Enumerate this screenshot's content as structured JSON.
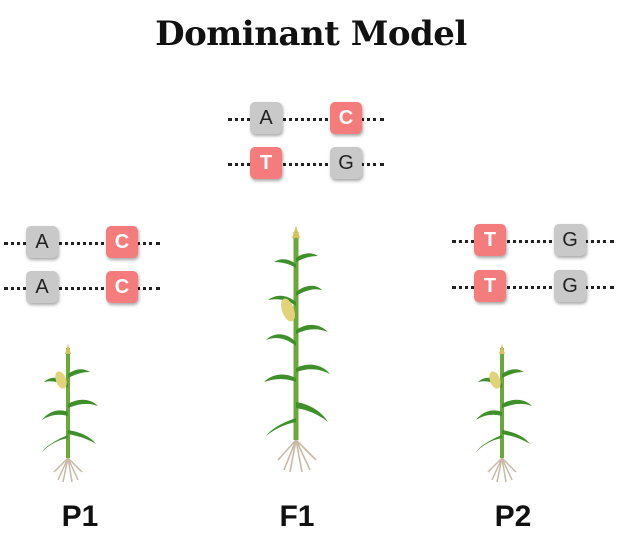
{
  "title": "Dominant Model",
  "f1": {
    "label": "F1",
    "chromosomes": [
      {
        "loci": [
          {
            "allele": "A",
            "style": "gray"
          },
          {
            "allele": "C",
            "style": "red"
          }
        ]
      },
      {
        "loci": [
          {
            "allele": "T",
            "style": "red"
          },
          {
            "allele": "G",
            "style": "gray"
          }
        ]
      }
    ]
  },
  "p1": {
    "label": "P1",
    "chromosomes": [
      {
        "loci": [
          {
            "allele": "A",
            "style": "gray"
          },
          {
            "allele": "C",
            "style": "red"
          }
        ]
      },
      {
        "loci": [
          {
            "allele": "A",
            "style": "gray"
          },
          {
            "allele": "C",
            "style": "red"
          }
        ]
      }
    ]
  },
  "p2": {
    "label": "P2",
    "chromosomes": [
      {
        "loci": [
          {
            "allele": "T",
            "style": "red"
          },
          {
            "allele": "G",
            "style": "gray"
          }
        ]
      },
      {
        "loci": [
          {
            "allele": "T",
            "style": "red"
          },
          {
            "allele": "G",
            "style": "gray"
          }
        ]
      }
    ]
  },
  "colors": {
    "dominant_allele": "#f47c7c",
    "recessive_allele": "#c9c9c9",
    "stem": "#6aa83a",
    "leaf": "#3f8f2a",
    "root": "#c9b9a6"
  }
}
